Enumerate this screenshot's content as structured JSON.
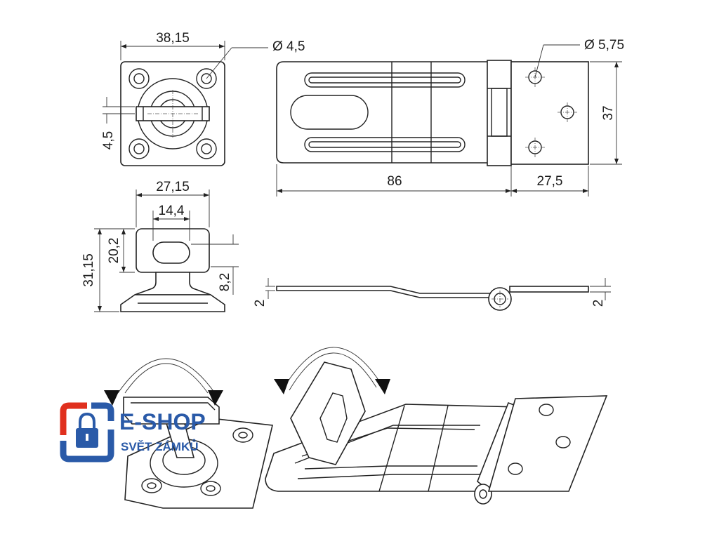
{
  "brand": {
    "name": "E-SHOP",
    "tagline": "SVĚT ZÁMKŮ",
    "red": "#e0301e",
    "blue": "#2a5aa8"
  },
  "dimensions": {
    "staple_width": "38,15",
    "staple_hole_dia": "Ø 4,5",
    "staple_offset": "4,5",
    "loop_width_outer": "27,15",
    "loop_width_inner": "14,4",
    "total_height": "31,15",
    "loop_height": "20,2",
    "slot_offset": "8,2",
    "hasp_hole_dia": "Ø 5,75",
    "hasp_height": "37",
    "hasp_length": "86",
    "hinge_leaf_length": "27,5",
    "thickness_left": "2",
    "thickness_right": "2"
  },
  "icons": {
    "logo": "padlock-logo-icon",
    "rotate": "rotation-arrow-icon"
  }
}
